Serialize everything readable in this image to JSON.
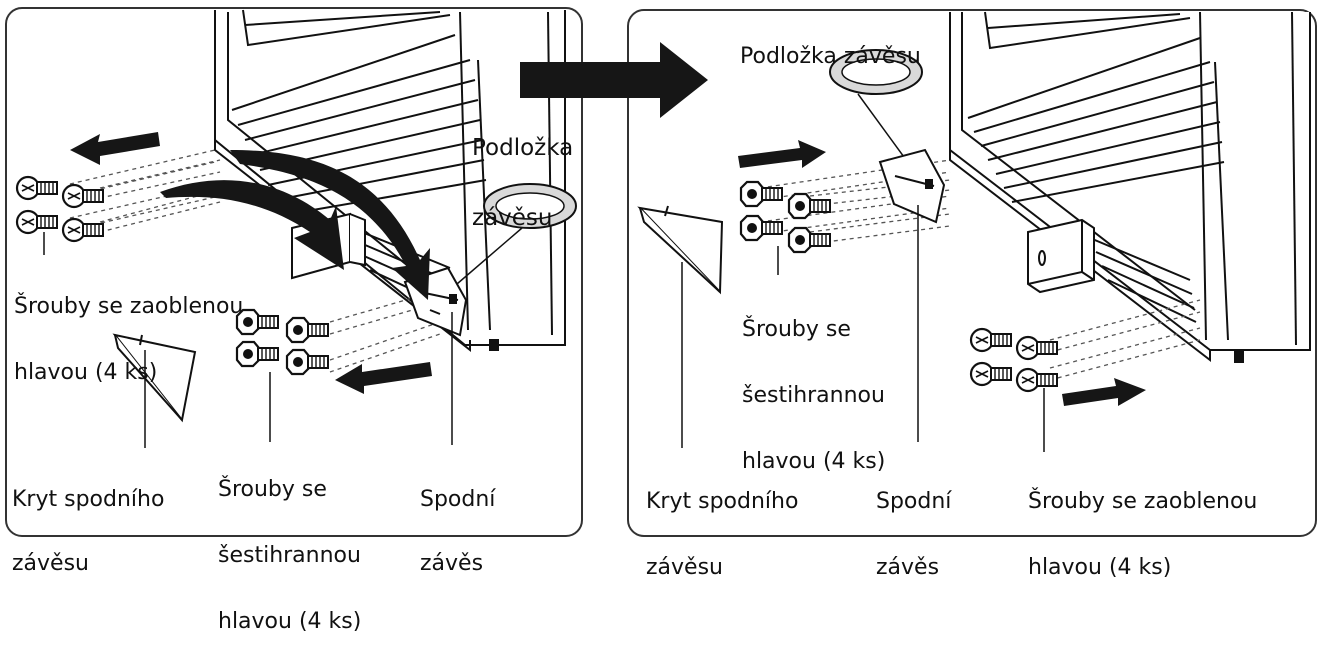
{
  "panels": [
    {
      "labels": {
        "washer": [
          "Podložka",
          "závěsu"
        ],
        "round_screws": [
          "Šrouby se zaoblenou",
          "hlavou (4 ks)"
        ],
        "cover": [
          "Kryt spodního",
          "závěsu"
        ],
        "hex_screws": [
          "Šrouby se",
          "šestihrannou",
          "hlavou (4 ks)"
        ],
        "hinge": [
          "Spodní",
          "závěs"
        ]
      }
    },
    {
      "labels": {
        "washer": [
          "Podložka závěsu"
        ],
        "hex_screws": [
          "Šrouby se",
          "šestihrannou",
          "hlavou (4 ks)"
        ],
        "cover": [
          "Kryt spodního",
          "závěsu"
        ],
        "hinge": [
          "Spodní",
          "závěs"
        ],
        "round_screws": [
          "Šrouby se zaoblenou",
          "hlavou (4 ks)"
        ]
      }
    }
  ],
  "colors": {
    "ink": "#111111",
    "arrow": "#161616",
    "frame": "#333333",
    "washer": "#d9d9d9"
  },
  "icons": [
    "transition-arrow-icon",
    "motion-arrow-icon",
    "round-head-screw-icon",
    "hex-head-screw-icon",
    "hinge-washer-icon",
    "hinge-cover-icon",
    "bottom-hinge-icon"
  ]
}
